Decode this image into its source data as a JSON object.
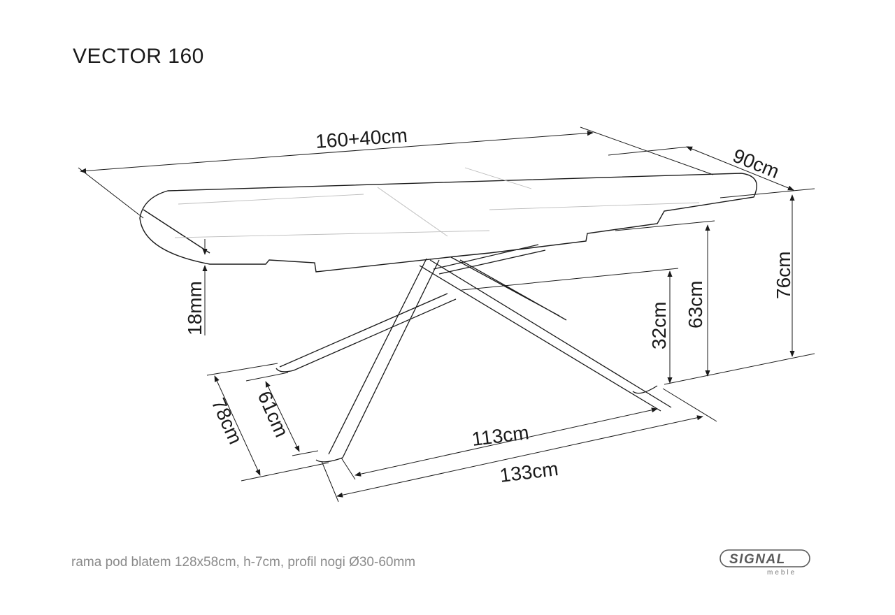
{
  "title": "VECTOR 160",
  "dimensions": {
    "length": "160+40cm",
    "width": "90cm",
    "height": "76cm",
    "clearance": "63cm",
    "crossing_height": "32cm",
    "top_thickness": "18mm",
    "base_depth_outer": "78cm",
    "base_depth_inner": "61cm",
    "base_length_inner": "113cm",
    "base_length_outer": "133cm"
  },
  "footnote": "rama pod blatem 128x58cm, h-7cm, profil nogi Ø30-60mm",
  "logo": {
    "brand": "SIGNAL",
    "sub": "meble"
  },
  "colors": {
    "line": "#1a1a1a",
    "footnote": "#8a8a8a",
    "logo": "#5a5a5a"
  }
}
